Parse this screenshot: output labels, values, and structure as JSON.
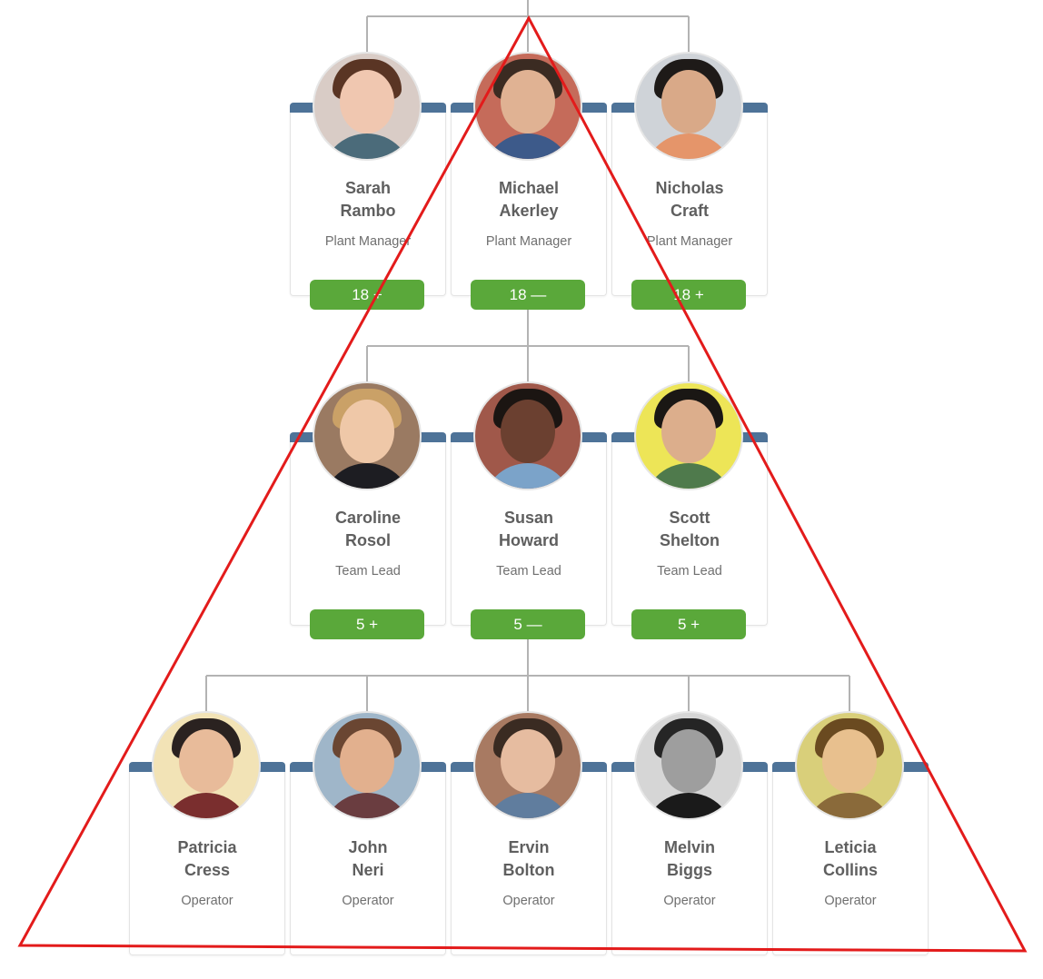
{
  "colors": {
    "accent_band": "#4e7398",
    "count_button": "#5aa83a",
    "annotation": "#e31b1b",
    "connector": "#b3b3b3"
  },
  "levels": [
    {
      "people": [
        {
          "first": "Sarah",
          "last": "Rambo",
          "role": "Plant Manager",
          "count": "18 +",
          "avatar": {
            "bg": "#d9ccc6",
            "hair": "#5a3524",
            "skin": "#f0c7b0",
            "shirt": "#4b6b7a"
          }
        },
        {
          "first": "Michael",
          "last": "Akerley",
          "role": "Plant Manager",
          "count": "18 —",
          "avatar": {
            "bg": "#c56b5a",
            "hair": "#3b2b22",
            "skin": "#e0b293",
            "shirt": "#3d5a8a"
          }
        },
        {
          "first": "Nicholas",
          "last": "Craft",
          "role": "Plant Manager",
          "count": "18 +",
          "avatar": {
            "bg": "#cfd3d8",
            "hair": "#1e1a18",
            "skin": "#d9a988",
            "shirt": "#e5956a"
          }
        }
      ]
    },
    {
      "people": [
        {
          "first": "Caroline",
          "last": "Rosol",
          "role": "Team Lead",
          "count": "5 +",
          "avatar": {
            "bg": "#9a7a62",
            "hair": "#caa167",
            "skin": "#efc8a8",
            "shirt": "#1d1d22"
          }
        },
        {
          "first": "Susan",
          "last": "Howard",
          "role": "Team Lead",
          "count": "5 —",
          "avatar": {
            "bg": "#a0584a",
            "hair": "#1b1512",
            "skin": "#6b4030",
            "shirt": "#7ba3c9"
          }
        },
        {
          "first": "Scott",
          "last": "Shelton",
          "role": "Team Lead",
          "count": "5 +",
          "avatar": {
            "bg": "#ede557",
            "hair": "#1a1714",
            "skin": "#dcae8c",
            "shirt": "#4f7a4c"
          }
        }
      ]
    },
    {
      "people": [
        {
          "first": "Patricia",
          "last": "Cress",
          "role": "Operator",
          "avatar": {
            "bg": "#f2e3b6",
            "hair": "#2a2220",
            "skin": "#e8bb9a",
            "shirt": "#7a2e2e"
          }
        },
        {
          "first": "John",
          "last": "Neri",
          "role": "Operator",
          "avatar": {
            "bg": "#9fb6c9",
            "hair": "#6a4632",
            "skin": "#e2b08e",
            "shirt": "#6a3d40"
          }
        },
        {
          "first": "Ervin",
          "last": "Bolton",
          "role": "Operator",
          "avatar": {
            "bg": "#a87a62",
            "hair": "#3a2b22",
            "skin": "#e6bca0",
            "shirt": "#607d9e"
          }
        },
        {
          "first": "Melvin",
          "last": "Biggs",
          "role": "Operator",
          "avatar": {
            "bg": "#d6d6d6",
            "hair": "#252525",
            "skin": "#9e9e9e",
            "shirt": "#1a1a1a"
          }
        },
        {
          "first": "Leticia",
          "last": "Collins",
          "role": "Operator",
          "avatar": {
            "bg": "#d9cf7a",
            "hair": "#6a4a20",
            "skin": "#e8c08e",
            "shirt": "#8a6a3a"
          }
        }
      ]
    }
  ]
}
